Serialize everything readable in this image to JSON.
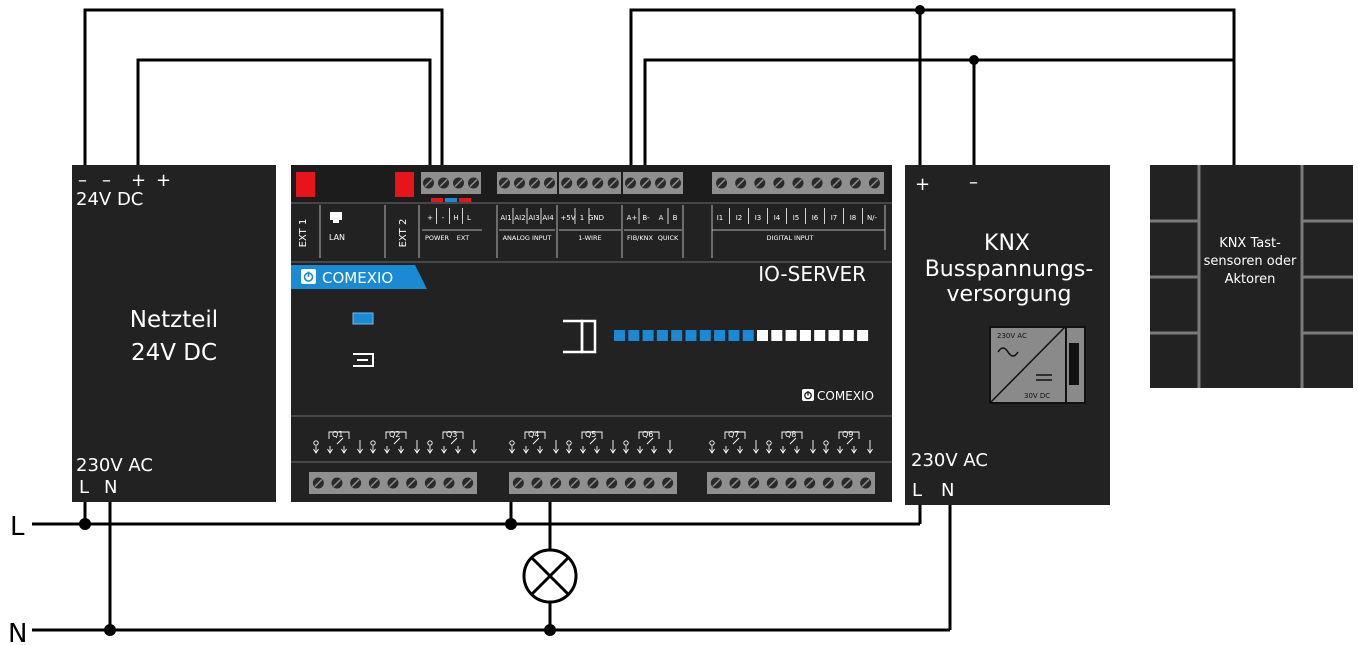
{
  "psu": {
    "title_line1": "Netzteil",
    "title_line2": "24V DC",
    "top_terminals": [
      "–",
      "–",
      "+",
      "+"
    ],
    "top_voltage": "24V DC",
    "bottom_voltage": "230V AC",
    "bottom_terminals": [
      "L",
      "N"
    ]
  },
  "ioserver": {
    "brand": "COMEXIO",
    "brand_small": "COMEXIO",
    "product_name": "IO-SERVER",
    "ext1": "EXT 1",
    "lan": "LAN",
    "ext2": "EXT 2",
    "power_pins": [
      "+",
      "-",
      "H",
      "L"
    ],
    "power_label": "POWER",
    "ext_label": "EXT",
    "analog_pins": [
      "AI1",
      "AI2",
      "AI3",
      "AI4"
    ],
    "analog_label": "ANALOG INPUT",
    "onewire_pins": [
      "+5V",
      "1",
      "GND"
    ],
    "onewire_label": "1-WIRE",
    "fib_pins": [
      "A+",
      "B-"
    ],
    "fib_label": "FIB/KNX",
    "quick_pins": [
      "A",
      "B"
    ],
    "quick_label": "QUICK",
    "digital_pins": [
      "I1",
      "I2",
      "I3",
      "I4",
      "I5",
      "I6",
      "I7",
      "I8",
      "N/-"
    ],
    "digital_label": "DIGITAL INPUT",
    "outputs": [
      "Q1",
      "Q2",
      "Q3",
      "Q4",
      "Q5",
      "Q6",
      "Q7",
      "Q8",
      "Q9"
    ]
  },
  "knx_psu": {
    "line1": "KNX",
    "line2": "Busspannungs-",
    "line3": "versorgung",
    "plus": "+",
    "minus": "–",
    "symbol_ac": "230V AC",
    "symbol_dc": "30V DC",
    "bottom_voltage": "230V AC",
    "bottom_terminals": [
      "L",
      "N"
    ]
  },
  "knx_sensor": {
    "line1": "KNX Tast-",
    "line2": "sensoren oder",
    "line3": "Aktoren"
  },
  "lines": {
    "L": "L",
    "N": "N"
  },
  "colors": {
    "module": "#222222",
    "brand_blue": "#1a8ad4",
    "terminal_red": "#e8141b",
    "led_blue": "#1a8ad4",
    "led_white": "#ffffff"
  },
  "led_bar": {
    "total": 18,
    "lit": 10
  }
}
